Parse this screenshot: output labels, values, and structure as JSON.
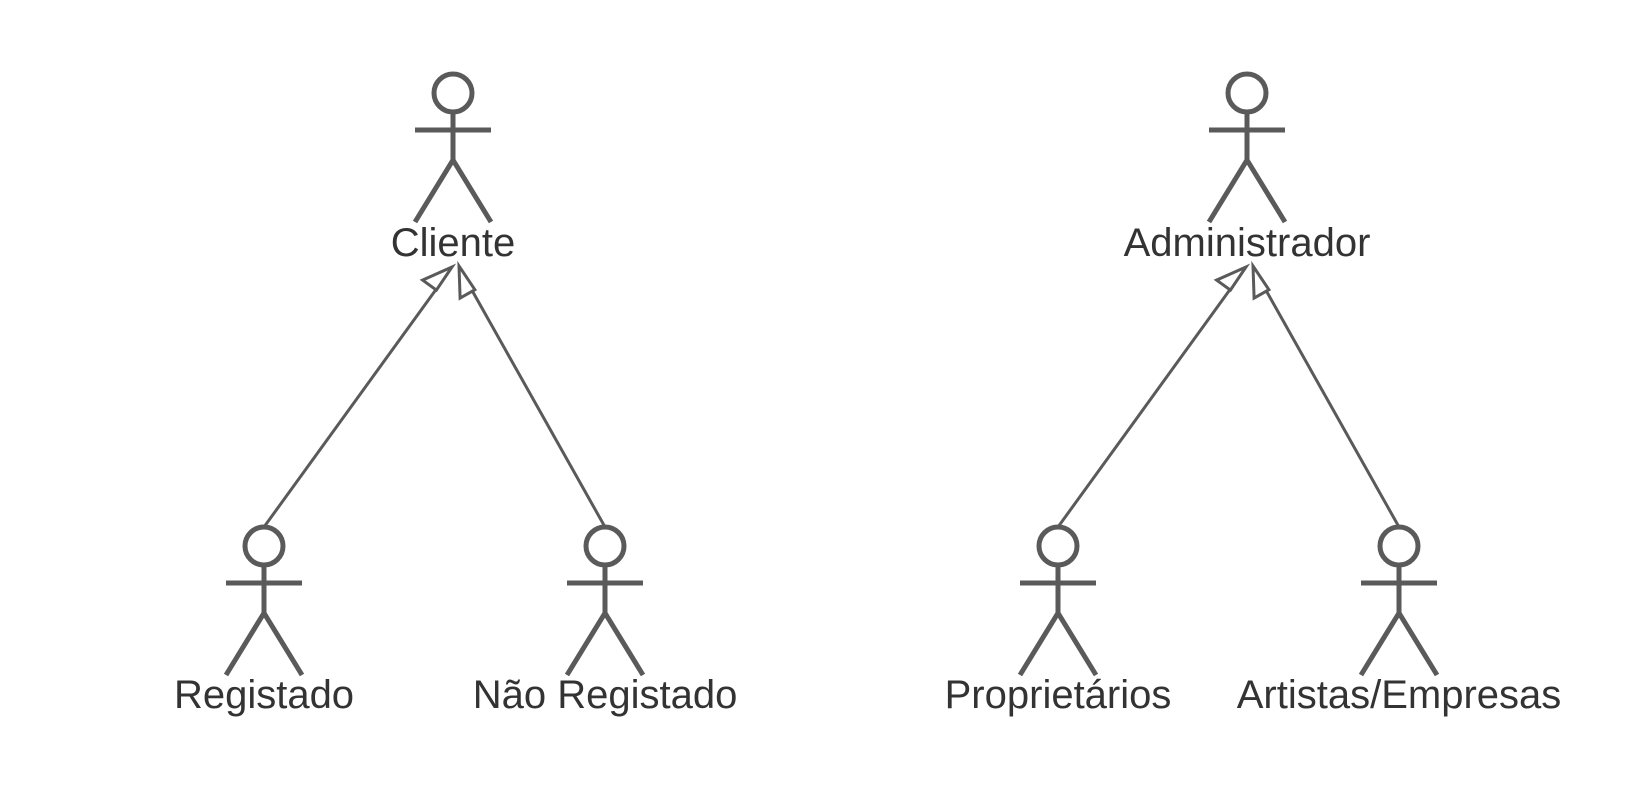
{
  "diagram": {
    "actors": [
      {
        "id": "cliente",
        "label": "Cliente"
      },
      {
        "id": "registado",
        "label": "Registado"
      },
      {
        "id": "nao_registado",
        "label": "Não Registado"
      },
      {
        "id": "administrador",
        "label": "Administrador"
      },
      {
        "id": "proprietarios",
        "label": "Proprietários"
      },
      {
        "id": "artistas_empresas",
        "label": "Artistas/Empresas"
      }
    ],
    "generalizations": [
      {
        "from": "registado",
        "to": "cliente"
      },
      {
        "from": "nao_registado",
        "to": "cliente"
      },
      {
        "from": "proprietarios",
        "to": "administrador"
      },
      {
        "from": "artistas_empresas",
        "to": "administrador"
      }
    ],
    "colors": {
      "stroke": "#5a5a5a",
      "text": "#333333",
      "background": "#ffffff"
    }
  }
}
